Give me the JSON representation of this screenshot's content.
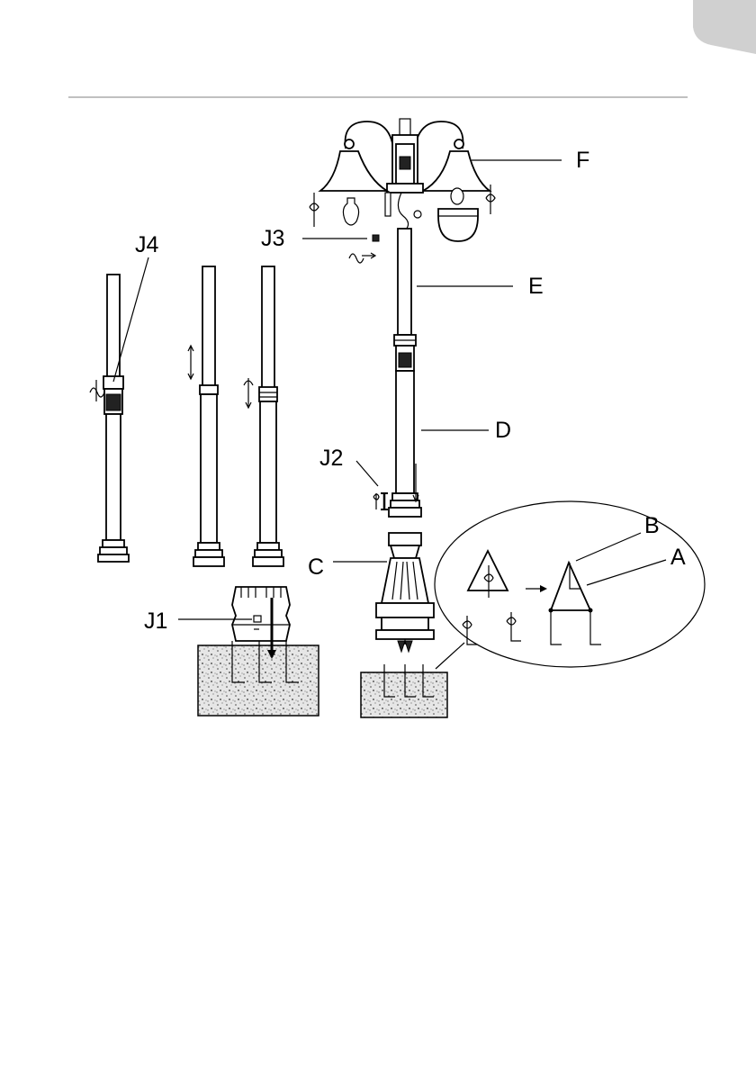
{
  "labels": {
    "F": "F",
    "E": "E",
    "D": "D",
    "C": "C",
    "B": "B",
    "A": "A",
    "J1": "J1",
    "J2": "J2",
    "J3": "J3",
    "J4": "J4"
  },
  "colors": {
    "page_tab": "#d0d0d0",
    "header_rule": "#9a9a9a",
    "concrete_fill": "#e6e6e6",
    "line": "#000000"
  }
}
